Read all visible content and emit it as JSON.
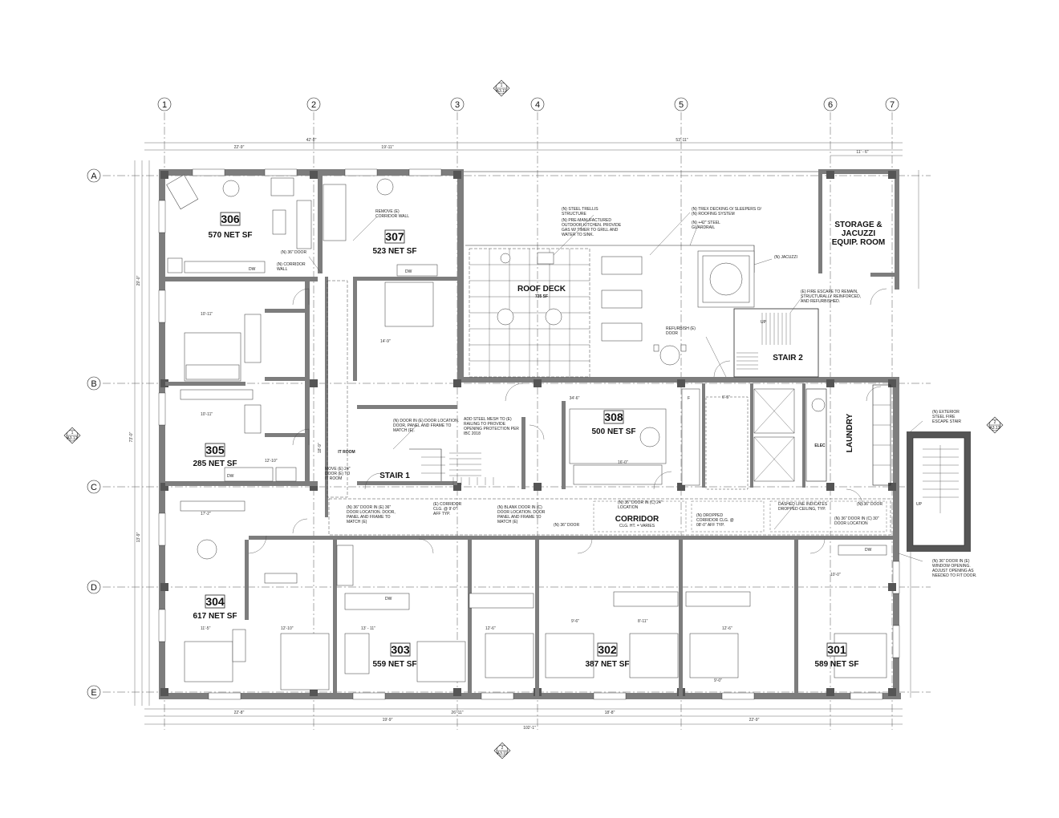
{
  "grid": {
    "columns": [
      "1",
      "2",
      "3",
      "4",
      "5",
      "6",
      "7"
    ],
    "rows": [
      "A",
      "B",
      "C",
      "D",
      "E"
    ]
  },
  "section_markers": {
    "top": {
      "num": "1",
      "sheet": "A3.11"
    },
    "bottom": {
      "num": "2",
      "sheet": "A3.11"
    },
    "left": {
      "num": "1",
      "sheet": "A3.12"
    },
    "right": {
      "num": "2",
      "sheet": "A3.12"
    }
  },
  "rooms": {
    "r306": {
      "num": "306",
      "area": "570 NET SF"
    },
    "r307": {
      "num": "307",
      "area": "523 NET SF"
    },
    "r305": {
      "num": "305",
      "area": "285 NET SF"
    },
    "r308": {
      "num": "308",
      "area": "500 NET SF"
    },
    "r304": {
      "num": "304",
      "area": "617 NET SF"
    },
    "r303": {
      "num": "303",
      "area": "559 NET SF"
    },
    "r302": {
      "num": "302",
      "area": "387 NET SF"
    },
    "r301": {
      "num": "301",
      "area": "589 NET SF"
    }
  },
  "spaces": {
    "roof_deck": "ROOF DECK",
    "roof_deck_area": "735 SF",
    "storage_1": "STORAGE &",
    "storage_2": "JACUZZI",
    "storage_3": "EQUIP. ROOM",
    "stair1": "STAIR 1",
    "stair2": "STAIR 2",
    "corridor": "CORRIDOR",
    "corridor_sub": "CLG. HT. = VARIES",
    "laundry": "LAUNDRY",
    "elec": "ELEC",
    "it_room": "IT ROOM"
  },
  "notes": {
    "n1": "(N) STEEL TRELLIS STRUCTURE",
    "n2": "(N) PRE-MANUFACTURED OUTDOOR KITCHEN. PROVIDE GAS W/ TIMER TO GRILL AND WATER TO SINK.",
    "n3": "(N) TREX DECKING O/ SLEEPERS O/ (N) ROOFING SYSTEM",
    "n4": "(N) +42\" STEEL GUARDRAIL",
    "n5": "(N) JACUZZI",
    "n6": "(E) FIRE ESCAPE TO REMAIN, STRUCTURALLY REINFORCED, AND REFURBISHED.",
    "n7": "REFURBISH (E) DOOR",
    "n8": "REMOVE (E) CORRIDOR WALL",
    "n9": "(N) 36\" DOOR",
    "n10": "(N) CORRIDOR WALL",
    "n11": "(N) DOOR IN (E) DOOR LOCATION. DOOR, PANEL AND FRAME TO MATCH (E).",
    "n12": "ADD STEEL MESH TO (E) RAILING TO PROVIDE OPENING PROTECTION PER IBC 2018",
    "n13": "MOVE (E) 24\" DOOR (E) TO IT ROOM",
    "n14": "(N) 36\" DOOR IN (E) 36\" DOOR LOCATION. DOOR, PANEL AND FRAME TO MATCH (E)",
    "n15": "(E) CORRIDOR CLG. @ 9'-0\" AFF TYP.",
    "n16": "(N) BLANK DOOR IN (C) DOOR LOCATION. DOOR PANEL AND FRAME TO MATCH (E)",
    "n17": "(N) 36\" DOOR",
    "n18": "(N) 36\" DOOR IN (C) 24\" LOCATION",
    "n19": "(N) DROPPED CORRIDOR CLG. @ 08'-0\" AFF TYP.",
    "n20": "DASHED LINE INDICATES DROPPED CEILING, TYP.",
    "n21": "(N) 36\" DOOR",
    "n22": "(N) 36\" DOOR IN (C) 30\" DOOR LOCATION",
    "n23": "(N) EXTERIOR STEEL FIRE ESCAPE STAIR",
    "n24": "(N) 36\" DOOR IN (E) WINDOW OPENING. ADJUST OPENING AS NEEDED TO FIT DOOR."
  },
  "dims": {
    "top1": "22'-9\"",
    "top2": "19'-11\"",
    "top_total1": "42'-8\"",
    "top_total2": "53'-11\"",
    "top3": "11' - 6\"",
    "bottom1": "22'-8\"",
    "bottom2": "19'-9\"",
    "bottom3": "26'-11\"",
    "bottom4": "18'-8\"",
    "bottom5": "22'-9\"",
    "bottom_total": "102'-1\"",
    "left_total": "73'-0\"",
    "corr_dim": "34'-6\"",
    "left1": "29'-0\"",
    "left2": "13'-9\"",
    "d1": "10'-11\"",
    "d2": "18'-9\"",
    "d3": "12'-10\"",
    "d4": "17'-2\"",
    "d5": "11'-5\"",
    "d6": "13' - 11\"",
    "d7": "12'-6\"",
    "d8": "9'-6\"",
    "d9": "8'-11\"",
    "d10": "12'-6\"",
    "d11": "9'-0\"",
    "d12": "10'-0\"",
    "d13": "6'-5\"",
    "d14": "14'-9\"",
    "d15": "16'-0\""
  },
  "labels": {
    "up": "UP",
    "dw": "DW",
    "f": "F"
  }
}
